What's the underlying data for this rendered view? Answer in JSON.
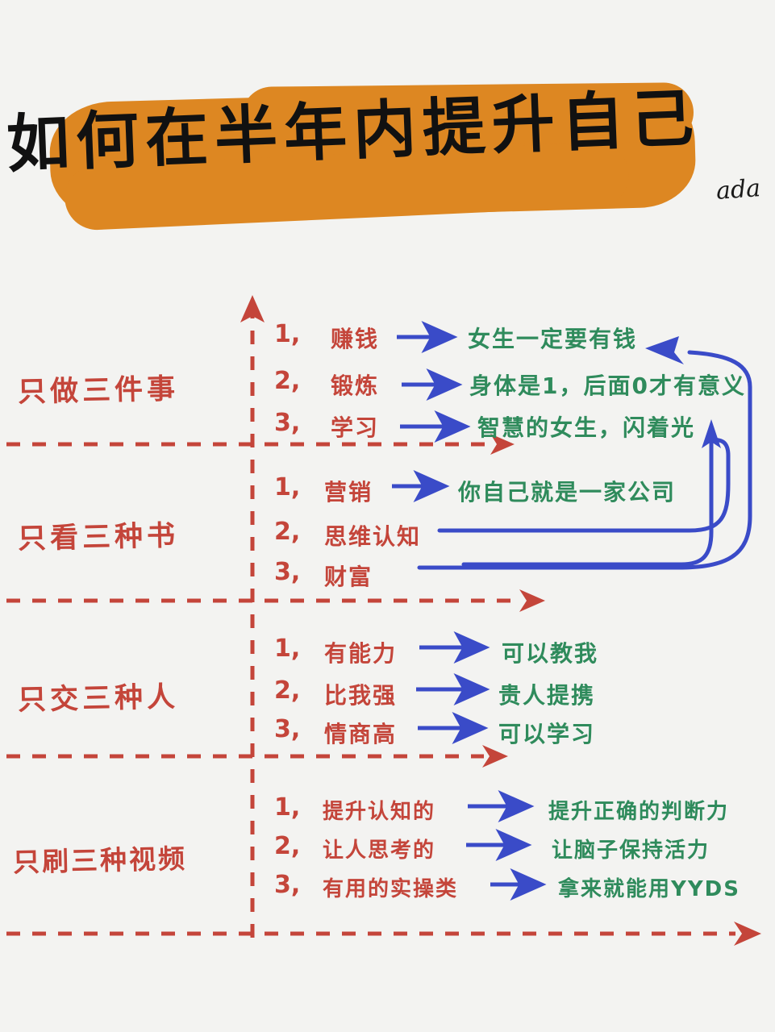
{
  "title": {
    "text": "如何在半年内提升自己",
    "signature": "ada",
    "highlight_color": "#DD8722",
    "text_color": "#111111"
  },
  "colors": {
    "red": "#c4453a",
    "green": "#2f8b5c",
    "blue": "#3a4bc8",
    "orange": "#DD8722",
    "background": "#f3f3f1"
  },
  "axis": {
    "vertical_arrow": "up-arrow",
    "horizontal_arrow": "right-arrow",
    "style": "dashed"
  },
  "sections": [
    {
      "label": "只做三件事",
      "items": [
        {
          "index": "1,",
          "cause": "赚钱",
          "connector": "arrow",
          "effect": "女生一定要有钱"
        },
        {
          "index": "2,",
          "cause": "锻炼",
          "connector": "arrow",
          "effect": "身体是1，后面0才有意义"
        },
        {
          "index": "3,",
          "cause": "学习",
          "connector": "arrow",
          "effect": "智慧的女生，闪着光"
        }
      ]
    },
    {
      "label": "只看三种书",
      "items": [
        {
          "index": "1,",
          "cause": "营销",
          "connector": "arrow",
          "effect": "你自己就是一家公司"
        },
        {
          "index": "2,",
          "cause": "思维认知",
          "connector": "curve-up",
          "effect": ""
        },
        {
          "index": "3,",
          "cause": "财富",
          "connector": "curve-up",
          "effect": ""
        }
      ]
    },
    {
      "label": "只交三种人",
      "items": [
        {
          "index": "1,",
          "cause": "有能力",
          "connector": "arrow",
          "effect": "可以教我"
        },
        {
          "index": "2,",
          "cause": "比我强",
          "connector": "arrow",
          "effect": "贵人提携"
        },
        {
          "index": "3,",
          "cause": "情商高",
          "connector": "arrow",
          "effect": "可以学习"
        }
      ]
    },
    {
      "label": "只刷三种视频",
      "items": [
        {
          "index": "1,",
          "cause": "提升认知的",
          "connector": "arrow",
          "effect": "提升正确的判断力"
        },
        {
          "index": "2,",
          "cause": "让人思考的",
          "connector": "arrow",
          "effect": "让脑子保持活力"
        },
        {
          "index": "3,",
          "cause": "有用的实操类",
          "connector": "arrow",
          "effect": "拿来就能用YYDS"
        }
      ]
    }
  ]
}
